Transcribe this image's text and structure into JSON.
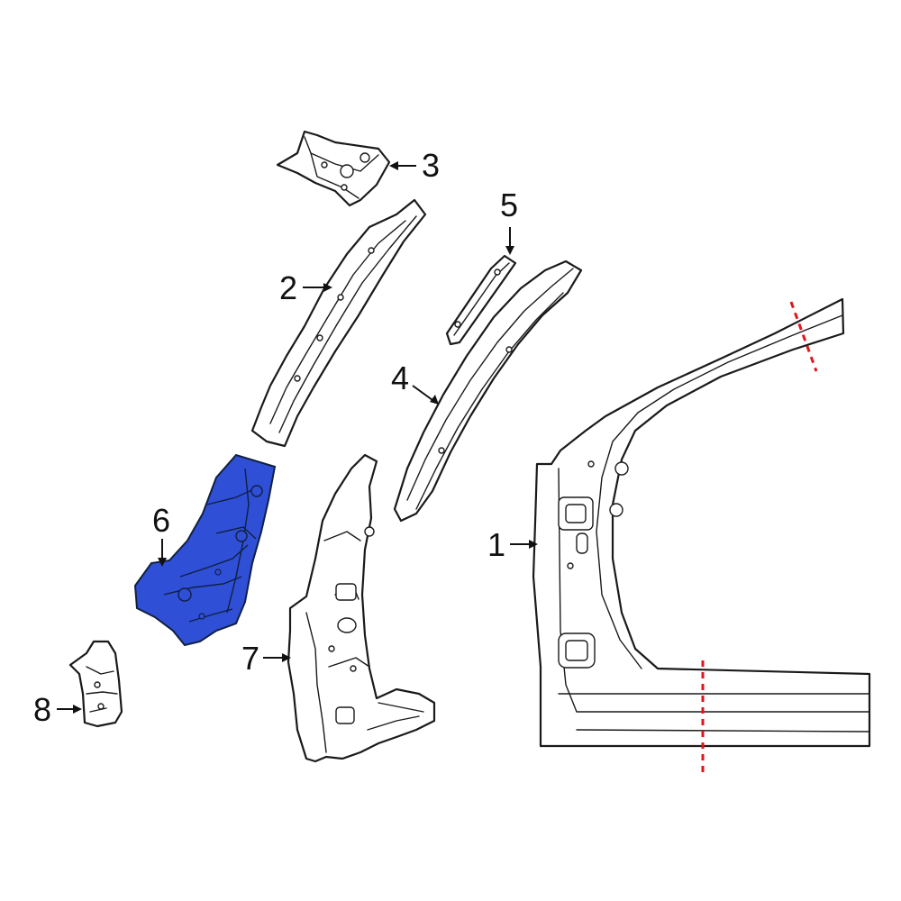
{
  "callouts": [
    {
      "id": "1",
      "label": "1"
    },
    {
      "id": "2",
      "label": "2"
    },
    {
      "id": "3",
      "label": "3"
    },
    {
      "id": "4",
      "label": "4"
    },
    {
      "id": "5",
      "label": "5"
    },
    {
      "id": "6",
      "label": "6"
    },
    {
      "id": "7",
      "label": "7"
    },
    {
      "id": "8",
      "label": "8"
    }
  ],
  "colors": {
    "highlight_part": "#2f4fd6",
    "line": "#1a1a1a",
    "cut_line": "#e0141c",
    "background": "#ffffff"
  },
  "highlighted_callout": "6"
}
